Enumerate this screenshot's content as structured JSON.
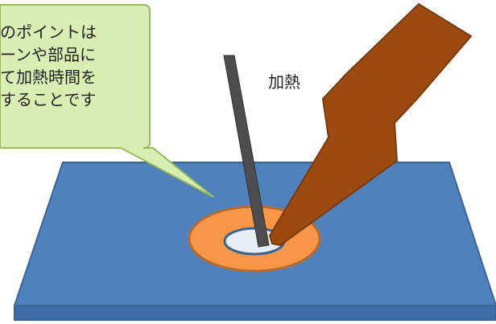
{
  "callout": {
    "lines": [
      "のポイントは",
      "ーンや部品に",
      "て加熱時間を",
      "することです"
    ]
  },
  "labels": {
    "heating": "加熱"
  },
  "colors": {
    "board_fill": "#4f81bd",
    "board_stroke": "#3a6496",
    "board_edge": "#3d6ea8",
    "pad_fill": "#f79646",
    "pad_stroke": "#b86a2c",
    "hole_fill": "#e8eef6",
    "wire": "#4d4d4d",
    "iron_fill": "#9c4a10",
    "iron_stroke": "#7a3a0c",
    "callout_fill": "#d8eeb3",
    "callout_stroke": "#9bbb59"
  },
  "icons": {
    "wire": "solder-wire",
    "iron": "soldering-iron-tip",
    "pad": "copper-pad",
    "board": "circuit-board"
  }
}
